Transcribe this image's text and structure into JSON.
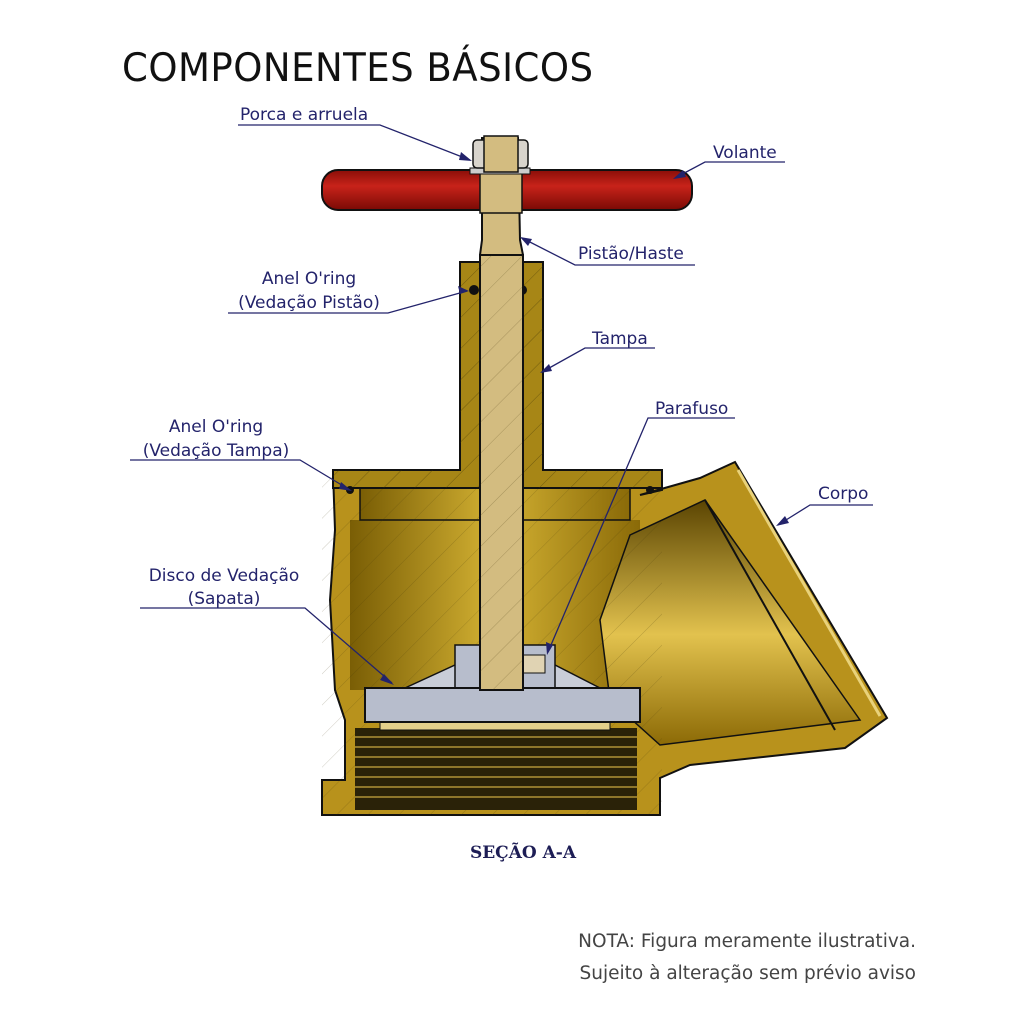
{
  "title": "COMPONENTES BÁSICOS",
  "labels": {
    "porca": "Porca e arruela",
    "volante": "Volante",
    "pistao": "Pistão/Haste",
    "oring_pistao_1": "Anel O'ring",
    "oring_pistao_2": "(Vedação Pistão)",
    "tampa": "Tampa",
    "parafuso": "Parafuso",
    "oring_tampa_1": "Anel O'ring",
    "oring_tampa_2": "(Vedação Tampa)",
    "corpo": "Corpo",
    "disco_1": "Disco de Vedação",
    "disco_2": "(Sapata)"
  },
  "section_label": "SEÇÃO A-A",
  "note": {
    "line1": "NOTA: Figura meramente ilustrativa.",
    "line2": "Sujeito à alteração sem prévio aviso"
  },
  "colors": {
    "handle": "#b3180f",
    "brass": "#b8921c",
    "stem": "#d3bc80",
    "disc": "#b7bdcc",
    "leader": "#23236b"
  }
}
